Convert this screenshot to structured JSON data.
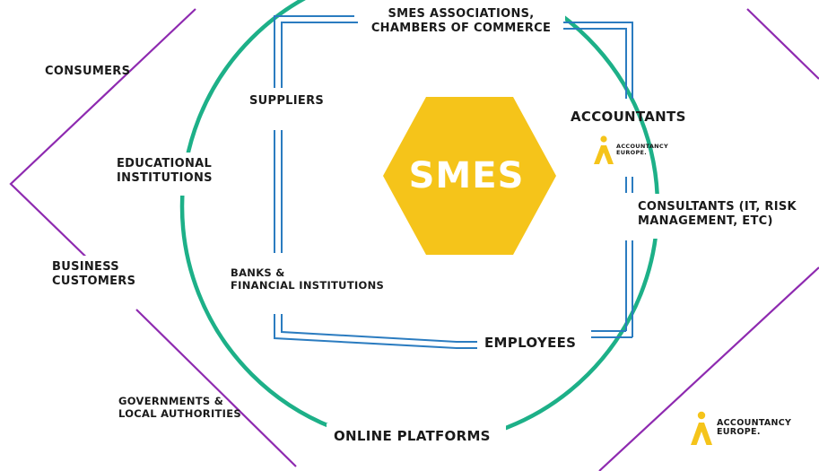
{
  "center": {
    "label": "SMES"
  },
  "stakeholders": {
    "consumers": "CONSUMERS",
    "suppliers": "SUPPLIERS",
    "educational_line1": "EDUCATIONAL",
    "educational_line2": "INSTITUTIONS",
    "business_line1": "BUSINESS",
    "business_line2": "CUSTOMERS",
    "banks_line1": "BANKS &",
    "banks_line2": "FINANCIAL INSTITUTIONS",
    "governments_line1": "GOVERNMENTS &",
    "governments_line2": "LOCAL AUTHORITIES",
    "online_platforms": "ONLINE PLATFORMS",
    "smes_assoc_line1": "SMES ASSOCIATIONS,",
    "smes_assoc_line2": "CHAMBERS OF COMMERCE",
    "accountants": "ACCOUNTANTS",
    "consultants_line1": "CONSULTANTS (IT, RISK",
    "consultants_line2": "MANAGEMENT, ETC)",
    "employees": "EMPLOYEES"
  },
  "logo": {
    "line1": "ACCOUNTANCY",
    "line2": "EUROPE."
  },
  "colors": {
    "hexagon": "#F5C41A",
    "circle": "#1DB088",
    "frame": "#2B7CC0",
    "diagonal": "#8E2AB0",
    "logo_mark": "#F5C41A"
  }
}
